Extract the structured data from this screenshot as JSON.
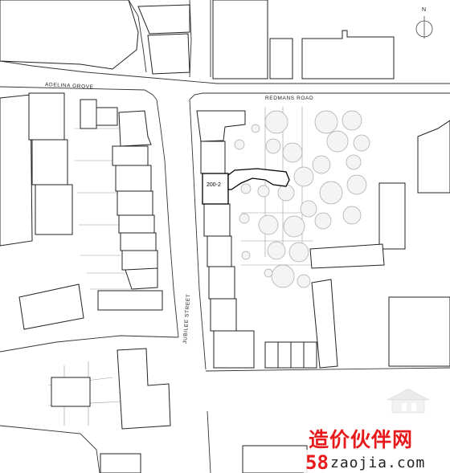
{
  "map": {
    "streets": {
      "adelina_grove": "ADELINA GROVE",
      "redmans_road": "REDMANS ROAD",
      "jubilee_street": "JUBILEE STREET"
    },
    "site_label": "200-2",
    "north_label": "N"
  },
  "watermark": {
    "chinese": "造价伙伴网",
    "number": "58",
    "url": "zaojia.com"
  }
}
